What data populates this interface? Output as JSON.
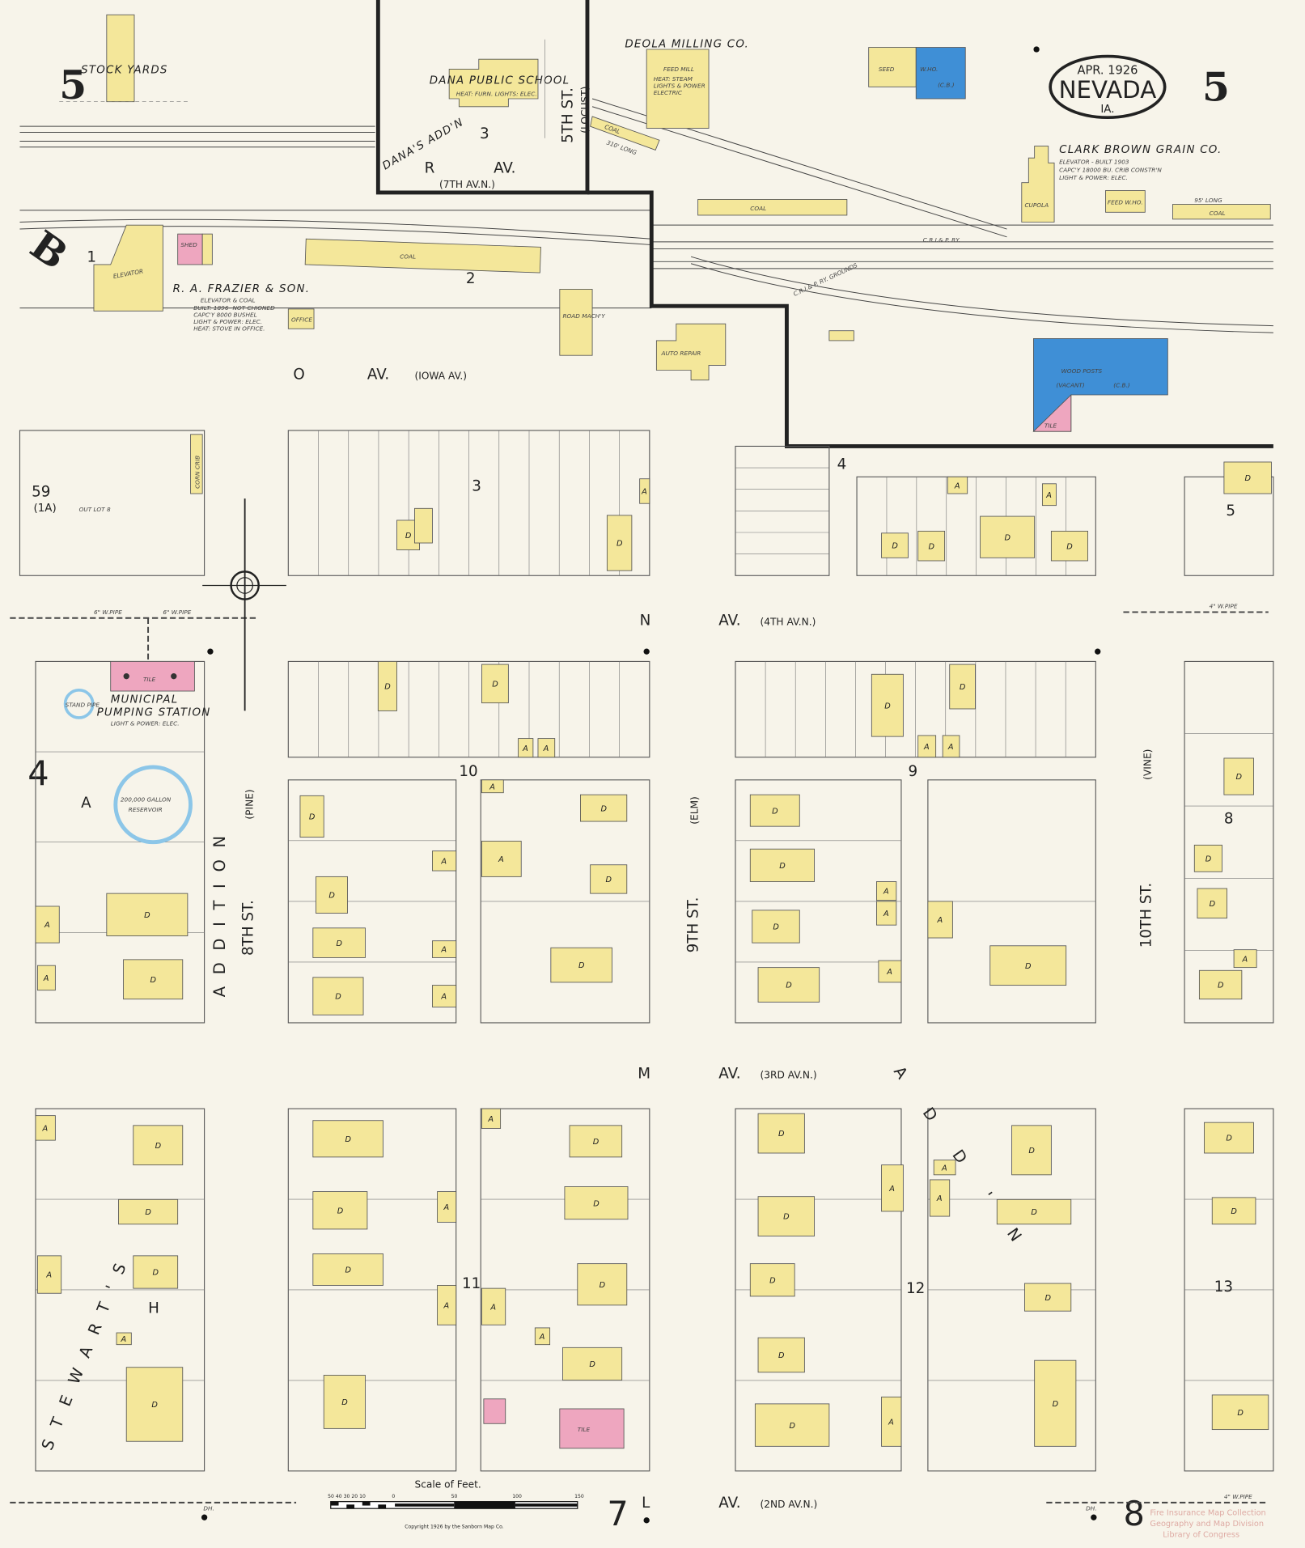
{
  "sheet": {
    "number": "5",
    "date": "APR. 1926",
    "city": "NEVADA",
    "state": "IA."
  },
  "adjoining_sheets": {
    "top_left": "5",
    "left": "4",
    "bottom_left": "7",
    "bottom_right": "8"
  },
  "streets": {
    "r_av": {
      "name": "R",
      "suffix": "AV.",
      "alt": "(7TH AV.N.)"
    },
    "o_av": {
      "name": "O",
      "suffix": "AV.",
      "alt": "(IOWA AV.)"
    },
    "n_av": {
      "name": "N",
      "suffix": "AV.",
      "alt": "(4TH AV.N.)"
    },
    "m_av": {
      "name": "M",
      "suffix": "AV.",
      "alt": "(3RD AV.N.)"
    },
    "l_av": {
      "name": "L",
      "suffix": "AV.",
      "alt": "(2ND AV.N.)"
    },
    "fifth_st": {
      "name": "5TH ST.",
      "alt": "(LOCUST)"
    },
    "eighth_st": {
      "name": "8TH ST.",
      "alt": "(PINE)"
    },
    "ninth_st": {
      "name": "9TH ST.",
      "alt": "(ELM)"
    },
    "tenth_st": {
      "name": "10TH ST.",
      "alt": "(VINE)"
    }
  },
  "railroads": {
    "cri_p": "C.R.I.& P. RY.",
    "cri_p_grounds": "C.R.I.& P. RY. GROUNDS"
  },
  "additions": {
    "dana": "DANA'S ADD'N",
    "addition": "ADDITION",
    "stewarts": "STEWART'S",
    "add_right": "ADD'N",
    "left_letter": "B"
  },
  "blocks": [
    "59",
    "(1A)",
    "3",
    "4",
    "5",
    "10",
    "9",
    "8",
    "11",
    "12",
    "13",
    "2",
    "1",
    "3",
    "4",
    "A",
    "H"
  ],
  "out_lot": "OUT LOT 8",
  "labels": {
    "stock_yards": "STOCK YARDS",
    "school_name": "DANA PUBLIC SCHOOL",
    "school_note": "HEAT: FURN. LIGHTS: ELEC.",
    "deola": "DEOLA MILLING CO.",
    "feed_mill": "FEED MILL",
    "feed_mill_note1": "HEAT: STEAM",
    "feed_mill_note2": "LIGHTS & POWER",
    "feed_mill_note3": "ELECTRIC",
    "seed": "SEED",
    "wh": "W.HO.",
    "cb": "(C.B.)",
    "coal": "COAL",
    "coal_long": "310' LONG",
    "coal_95": "95' LONG",
    "clark": "CLARK BROWN GRAIN CO.",
    "clark_1": "ELEVATOR -   BUILT 1903",
    "clark_2": "CAPC'Y 18000 BU. CRIB CONSTR'N",
    "clark_3": "LIGHT & POWER: ELEC.",
    "cupola": "CUPOLA",
    "feed_who": "FEED W.HO.",
    "frazier": "R. A. FRAZIER & SON.",
    "frazier_1": "ELEVATOR & COAL",
    "frazier_2": "BUILT: 1896- NOT CHIONED",
    "frazier_3": "CAPC'Y 8000 BUSHEL",
    "frazier_4": "LIGHT & POWER: ELEC.",
    "frazier_5": "HEAT: STOVE IN OFFICE.",
    "elevator": "ELEVATOR",
    "shed": "SHED",
    "office": "OFFICE",
    "road_mach": "ROAD MACH'Y",
    "auto_repair": "AUTO REPAIR",
    "wood_posts": "WOOD POSTS",
    "vacant": "(VACANT)",
    "tile": "TILE",
    "corn_crib": "CORN CRIB",
    "pumping_1": "MUNICIPAL",
    "pumping_2": "PUMPING STATION",
    "pumping_3": "LIGHT & POWER: ELEC.",
    "stand_pipe": "STAND PIPE",
    "reservoir_1": "200,000 GALLON",
    "reservoir_2": "RESERVOIR",
    "pipe_6": "6\" W.PIPE",
    "pipe_4": "4\" W.PIPE",
    "dh": "DH."
  },
  "building_codes": {
    "dwelling": "D",
    "auto": "A"
  },
  "scale": {
    "title": "Scale of Feet.",
    "ticks": [
      "50",
      "40",
      "30",
      "20",
      "10",
      "0",
      "50",
      "100",
      "150"
    ]
  },
  "copyright": "Copyright 1926 by the Sanborn Map Co.",
  "stamp": [
    "Fire Insurance Map Collection",
    "Geography and Map Division",
    "Library of Congress"
  ],
  "colors": {
    "frame_brick": "#eea6bf",
    "frame_wood": "#f4e79a",
    "concrete_block": "#3f8fd6",
    "paper": "#f7f4ea"
  }
}
